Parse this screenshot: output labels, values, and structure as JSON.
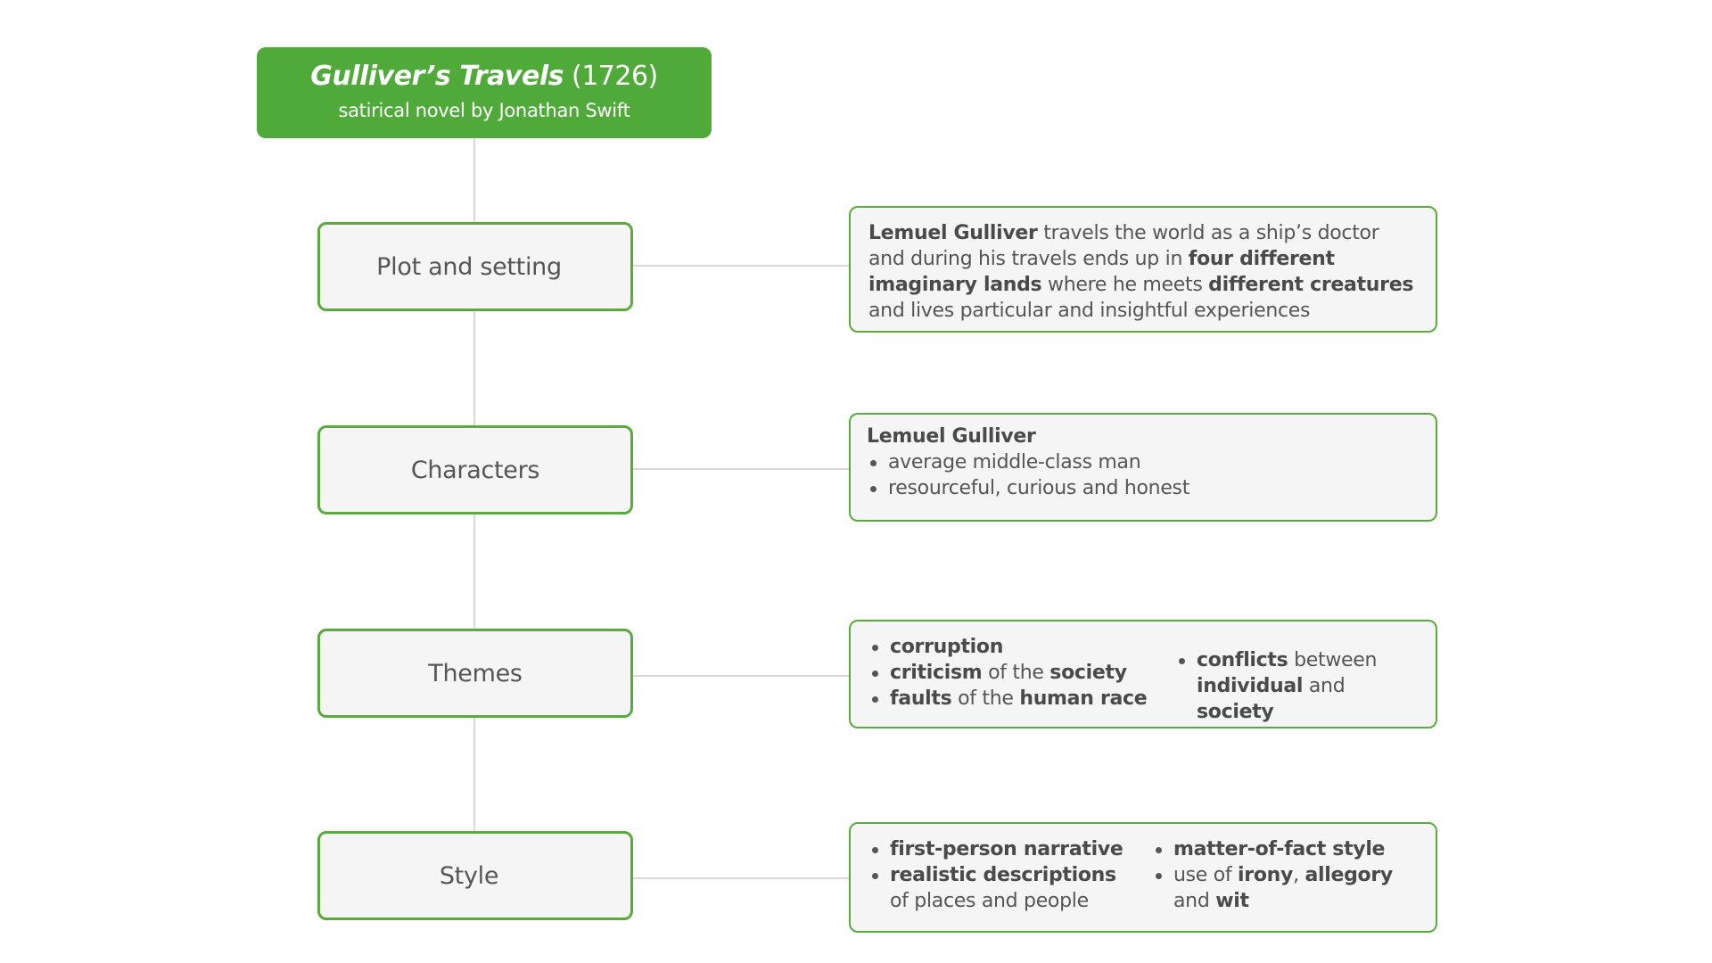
{
  "title": {
    "book": "Gulliver’s Travels",
    "year": "(1726)",
    "subtitle": "satirical novel by Jonathan Swift"
  },
  "categories": {
    "plot": "Plot and setting",
    "characters": "Characters",
    "themes": "Themes",
    "style": "Style"
  },
  "plot_detail": {
    "p1": "Lemuel Gulliver",
    "p2": " travels the world as a ship’s doctor and during his travels ends up in ",
    "p3": "four different imaginary lands",
    "p4": " where he meets ",
    "p5": "different creatures",
    "p6": " and lives particular and insightful experiences"
  },
  "characters_detail": {
    "name": "Lemuel Gulliver",
    "traits": [
      "average middle-class man",
      "resourceful, curious and honest"
    ]
  },
  "themes_detail": {
    "t1": "corruption",
    "t2a": "criticism",
    "t2b": " of the ",
    "t2c": "society",
    "t3a": "faults",
    "t3b": " of the ",
    "t3c": "human race",
    "t4a": "conflicts",
    "t4b": " between ",
    "t4c": "individual",
    "t4d": " and ",
    "t4e": "society"
  },
  "style_detail": {
    "s1": "first-person narrative",
    "s2a": "realistic descriptions",
    "s2b": " of places and people",
    "s3": "matter-of-fact style",
    "s4a": "use of ",
    "s4b": "irony",
    "s4c": ", ",
    "s4d": "allegory",
    "s4e": " and ",
    "s4f": "wit"
  },
  "colors": {
    "accent": "#4faa3a",
    "border": "#5aab3c",
    "box_fill": "#f5f5f5",
    "connector": "#d9d9d9",
    "text": "#555555"
  }
}
